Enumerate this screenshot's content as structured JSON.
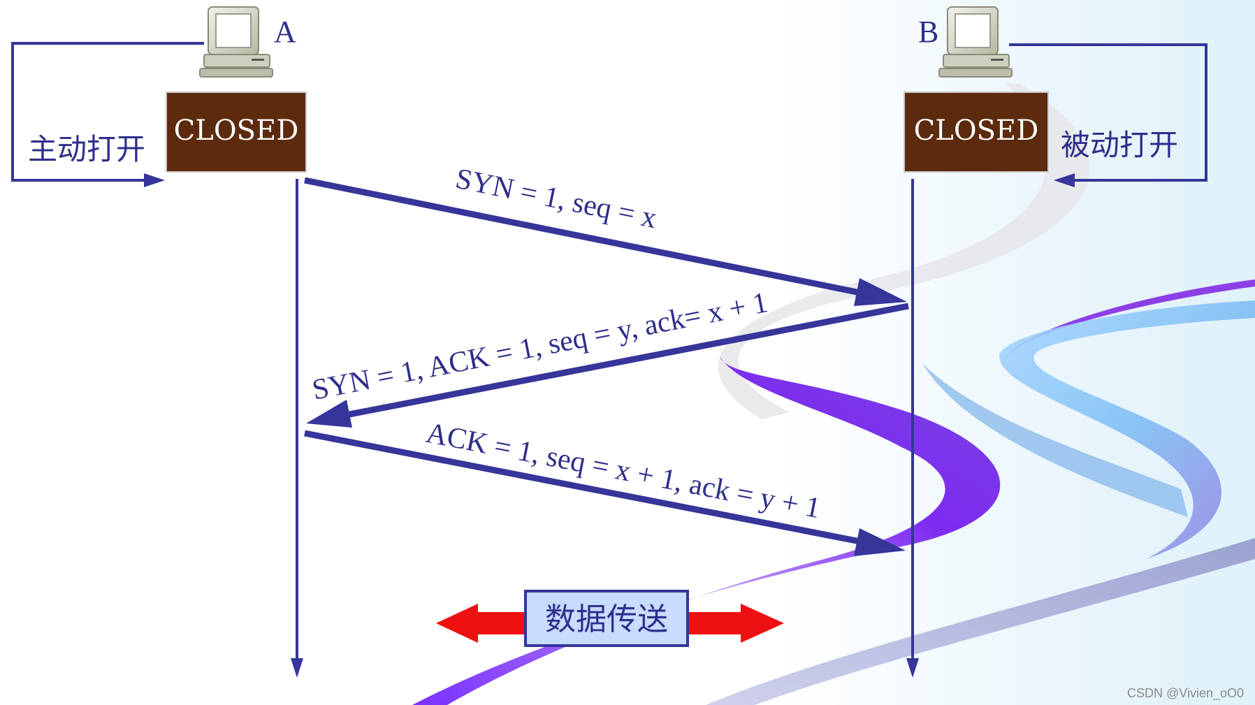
{
  "host_a": {
    "label": "A",
    "state": "CLOSED",
    "open_label": "主动打开"
  },
  "host_b": {
    "label": "B",
    "state": "CLOSED",
    "open_label": "被动打开"
  },
  "messages": [
    {
      "text": "SYN = 1, seq = x"
    },
    {
      "text": "SYN = 1, ACK = 1, seq = y, ack= x + 1"
    },
    {
      "text": "ACK = 1, seq = x + 1, ack = y + 1"
    }
  ],
  "data_transfer": {
    "label": "数据传送"
  },
  "watermark": "CSDN @Vivien_oO0",
  "colors": {
    "line": "#35359a",
    "state_box": "#5c2a0c",
    "data_arrow": "#ee1111",
    "data_box": "#c8dcff"
  },
  "icons": [
    "computer-icon-a",
    "computer-icon-b"
  ]
}
